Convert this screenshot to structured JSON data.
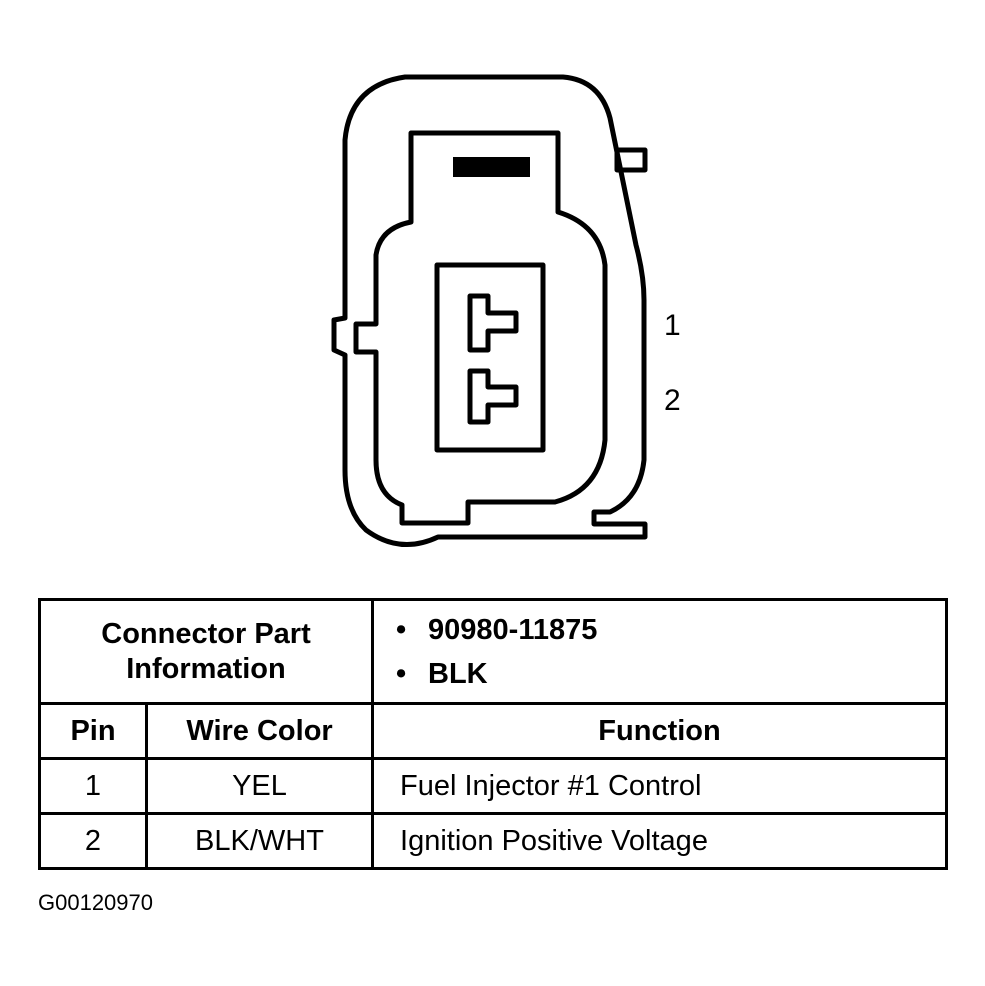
{
  "diagram": {
    "pin_labels": [
      "1",
      "2"
    ]
  },
  "table": {
    "part_info_label": "Connector Part Information",
    "part_info_values": [
      "90980-11875",
      "BLK"
    ],
    "headers": {
      "pin": "Pin",
      "wire_color": "Wire Color",
      "function": "Function"
    },
    "rows": [
      {
        "pin": "1",
        "wire_color": "YEL",
        "function": "Fuel Injector #1 Control"
      },
      {
        "pin": "2",
        "wire_color": "BLK/WHT",
        "function": "Ignition Positive Voltage"
      }
    ]
  },
  "figure_code": "G00120970"
}
